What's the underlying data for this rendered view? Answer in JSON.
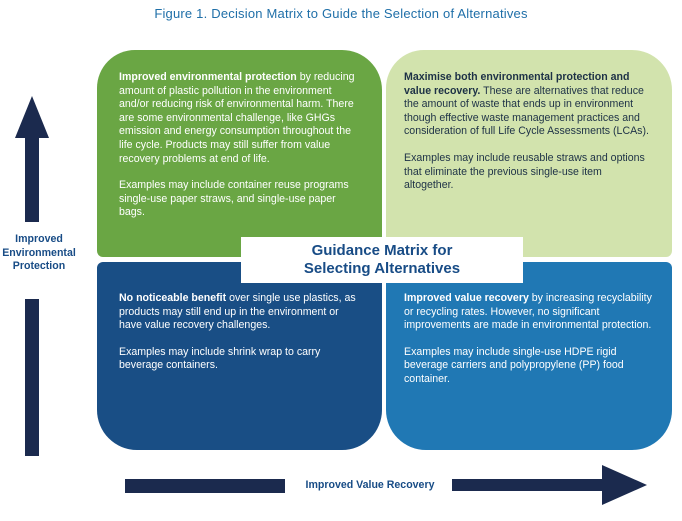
{
  "figure_title": "Figure 1. Decision Matrix to Guide the Selection of Alternatives",
  "center_title": {
    "line1": "Guidance Matrix for",
    "line2": "Selecting Alternatives"
  },
  "y_axis_label": {
    "line1": "Improved",
    "line2": "Environmental",
    "line3": "Protection"
  },
  "x_axis_label": "Improved Value Recovery",
  "quadrants": {
    "top_left": {
      "heading": "Improved environmental protection",
      "body": " by reducing amount of plastic pollution in the environment and/or reducing risk of environmental harm. There are some environmental challenge, like GHGs emission and energy consumption throughout the life cycle. Products may still suffer from value recovery problems at end of life.",
      "examples": "Examples may include container reuse programs single-use paper straws, and single-use paper bags."
    },
    "top_right": {
      "heading": "Maximise both environmental protection and value recovery.",
      "body": " These are alternatives that reduce the amount of waste that ends up in environment though effective waste management practices and consideration of full Life Cycle Assessments (LCAs).",
      "examples": "Examples may include reusable straws and options that eliminate the previous single-use item altogether."
    },
    "bottom_left": {
      "heading": "No noticeable benefit",
      "body": " over single use plastics, as products may still end up in the environment or have value recovery challenges.",
      "examples": "Examples may include shrink wrap to carry beverage containers."
    },
    "bottom_right": {
      "heading": "Improved value recovery",
      "body": " by increasing recyclability or recycling rates. However, no significant improvements are made in environmental protection.",
      "examples": "Examples may include single-use HDPE rigid beverage carriers and polypropylene (PP) food container."
    }
  },
  "colors": {
    "top_left": "#6aa644",
    "top_right": "#d2e3ad",
    "bottom_left": "#194e85",
    "bottom_right": "#2078b4",
    "arrow": "#1b2a4e",
    "title": "#1f6fa8"
  }
}
